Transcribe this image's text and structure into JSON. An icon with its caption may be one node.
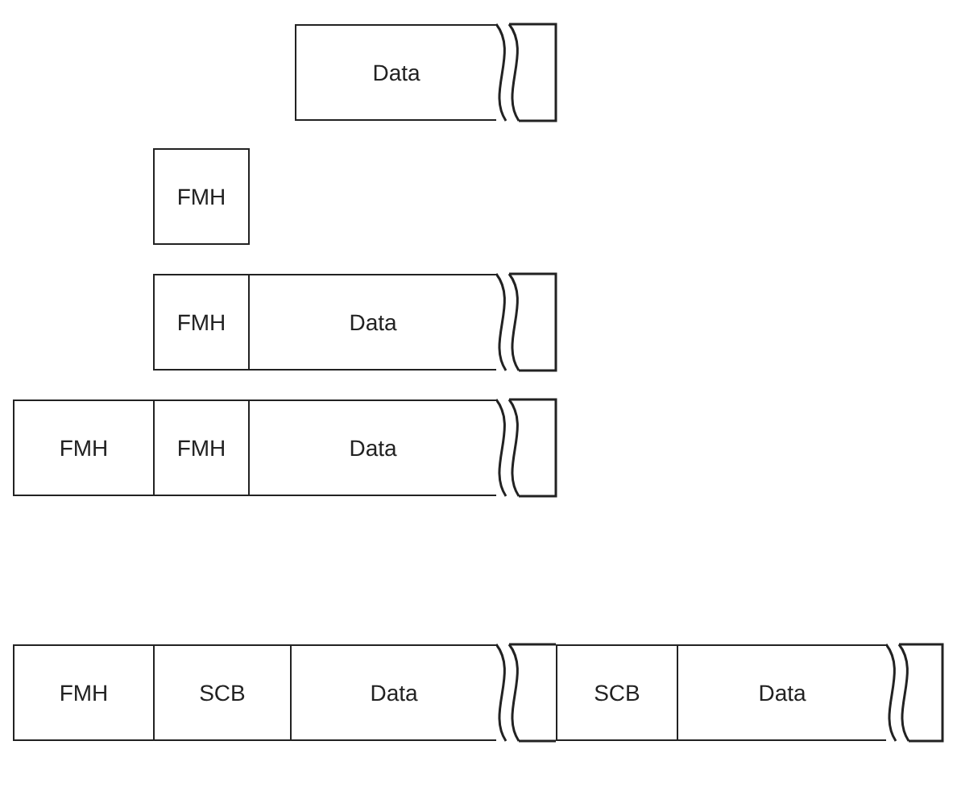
{
  "diagram": {
    "nodes": [
      {
        "text": [
          "Data"
        ]
      },
      {
        "text": [
          "FMH"
        ]
      },
      {
        "text": [
          "FMH"
        ]
      },
      {
        "text": [
          "Data"
        ]
      },
      {
        "text": [
          "FMH"
        ]
      },
      {
        "text": [
          "FMH"
        ]
      },
      {
        "text": [
          "Data"
        ]
      },
      {
        "text": [
          "FMH"
        ]
      },
      {
        "text": [
          "SCB"
        ]
      },
      {
        "text": [
          "Data"
        ]
      },
      {
        "text": [
          "SCB"
        ]
      },
      {
        "text": [
          "Data"
        ]
      }
    ]
  }
}
